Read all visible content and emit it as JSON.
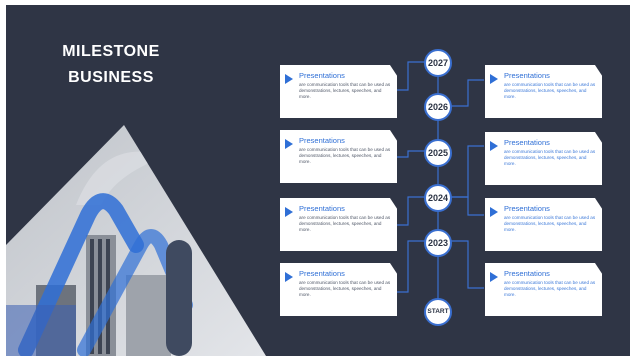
{
  "title": {
    "line1": "MILESTONE",
    "line2": "BUSINESS"
  },
  "years": [
    {
      "label": "2027"
    },
    {
      "label": "2026"
    },
    {
      "label": "2025"
    },
    {
      "label": "2024"
    },
    {
      "label": "2023"
    },
    {
      "label": "START"
    }
  ],
  "cards_left": [
    {
      "title": "Presentations",
      "body": "are communication tools that can be used as demonstrations, lectures, speeches, and more."
    },
    {
      "title": "Presentations",
      "body": "are communication tools that can be used as demonstrations, lectures, speeches, and more."
    },
    {
      "title": "Presentations",
      "body": "are communication tools that can be used as demonstrations, lectures, speeches, and more."
    },
    {
      "title": "Presentations",
      "body": "are communication tools that can be used as demonstrations, lectures, speeches, and more."
    }
  ],
  "cards_right": [
    {
      "title": "Presentations",
      "body": "are communication tools that can be used as demonstrations, lectures, speeches, and more."
    },
    {
      "title": "Presentations",
      "body": "are communication tools that can be used as demonstrations, lectures, speeches, and more."
    },
    {
      "title": "Presentations",
      "body": "are communication tools that can be used as demonstrations, lectures, speeches, and more."
    },
    {
      "title": "Presentations",
      "body": "are communication tools that can be used as demonstrations, lectures, speeches, and more."
    }
  ],
  "colors": {
    "background": "#2f3545",
    "accent": "#2f6fd6",
    "card": "#ffffff"
  },
  "icons": {
    "card_marker": "play-triangle-icon"
  }
}
